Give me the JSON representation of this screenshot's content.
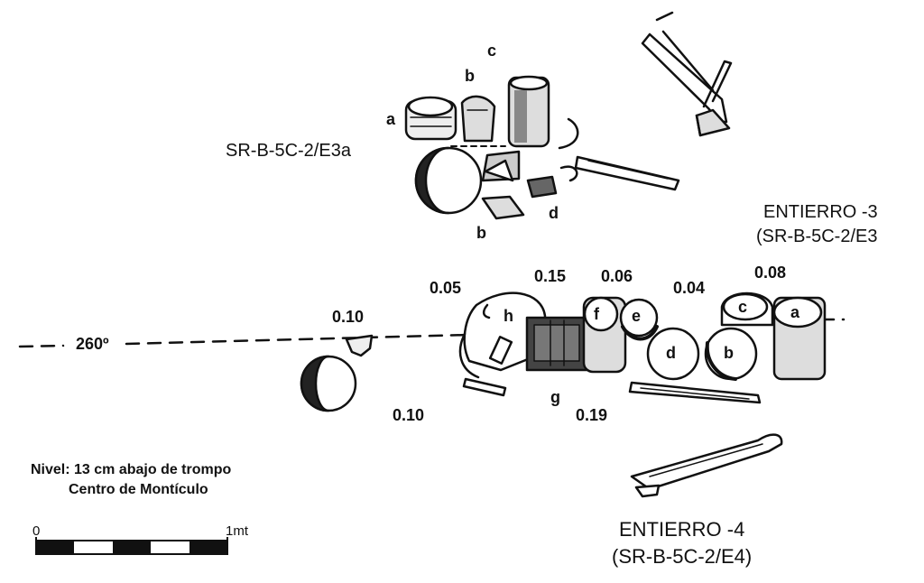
{
  "figure": {
    "letters_upper": {
      "a": "a",
      "b_top": "b",
      "c": "c",
      "d": "d",
      "b_bottom": "b"
    },
    "upper_label": "SR-B-5C-2/E3a",
    "entierro3": {
      "title": "ENTIERRO -3",
      "code": "(SR-B-5C-2/E3"
    },
    "entierro4": {
      "title": "ENTIERRO -4",
      "code": "(SR-B-5C-2/E4)"
    },
    "orientation": "260º",
    "depths": [
      "0.10",
      "0.05",
      "0.15",
      "0.06",
      "0.04",
      "0.08",
      "0.10",
      "0.19"
    ],
    "vessel_letters": {
      "h": "h",
      "f": "f",
      "e": "e",
      "c": "c",
      "a": "a",
      "d": "d",
      "b": "b",
      "g": "g"
    },
    "notes": {
      "nivel": "Nivel: 13 cm abajo de trompo",
      "centro": "Centro de Montículo"
    },
    "scale": {
      "start": "0",
      "end": "1mt"
    }
  }
}
